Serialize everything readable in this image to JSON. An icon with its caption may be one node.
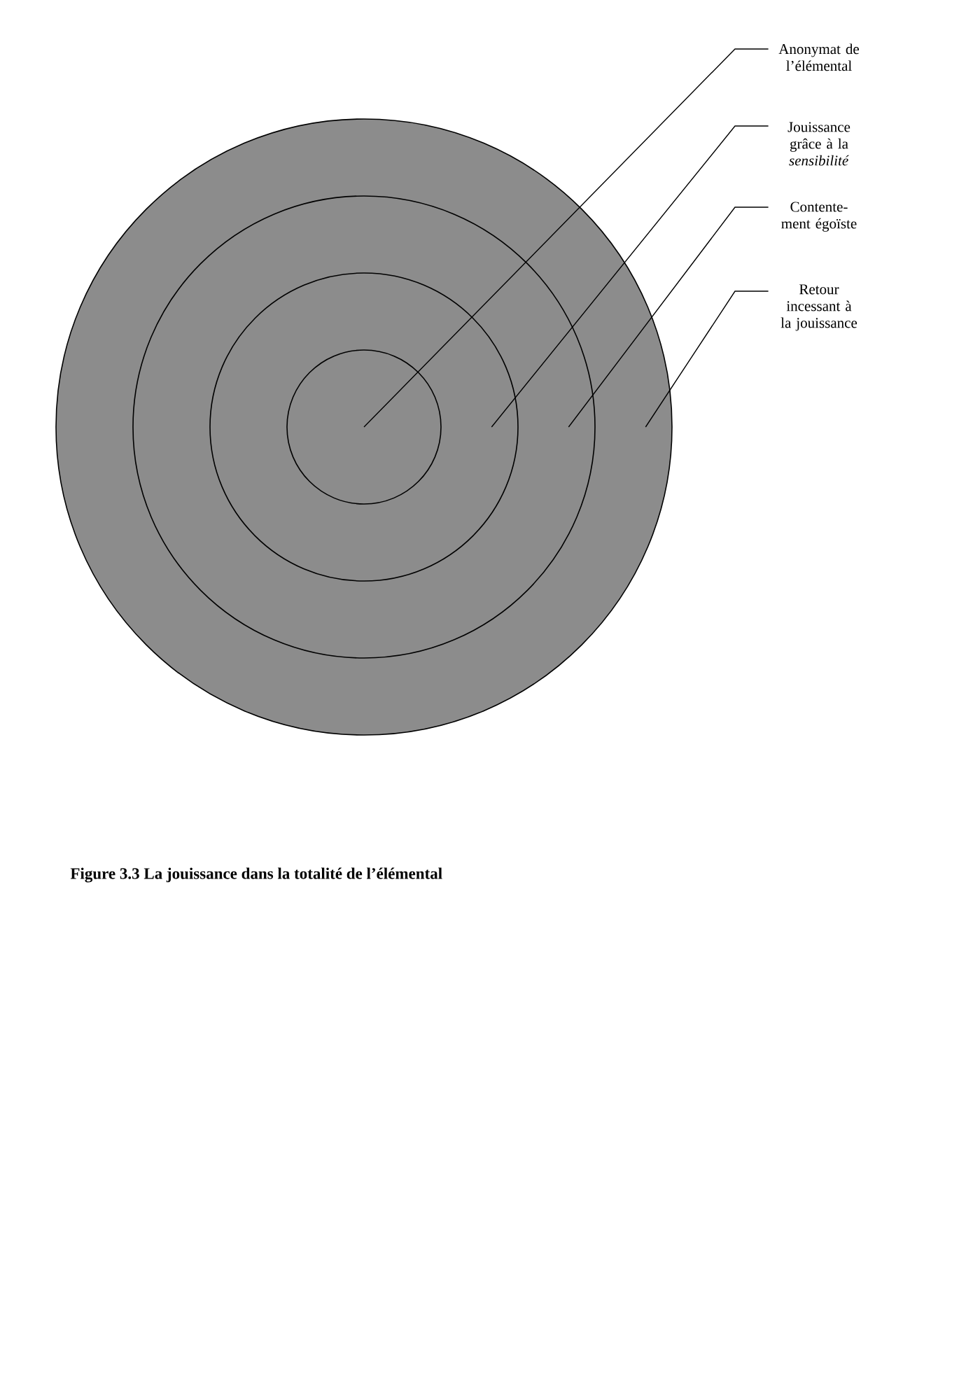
{
  "diagram": {
    "caption": "Figure 3.3   La jouissance dans la totalité de l’élémental",
    "nodes": [
      {
        "text": [],
        "shape": "circle"
      },
      {
        "text": [],
        "shape": "circle",
        "in": 0
      },
      {
        "text": [],
        "shape": "circle",
        "in": 1
      },
      {
        "text": [],
        "shape": "circle",
        "in": 2
      },
      {
        "text": [
          "Anonymat de l’élémental"
        ]
      },
      {
        "text": [
          "Jouissance grâce à la *sensibilité*"
        ]
      },
      {
        "text": [
          "Contente- ment égoïste"
        ]
      },
      {
        "text": [
          "Retour incessant à la jouissance"
        ]
      }
    ],
    "edges": [
      {
        "from": 4,
        "to": 3,
        "arrow": "none"
      },
      {
        "from": 5,
        "to": 2,
        "arrow": "none"
      },
      {
        "from": 6,
        "to": 1,
        "arrow": "none"
      },
      {
        "from": 7,
        "to": 0,
        "arrow": "none"
      }
    ]
  }
}
